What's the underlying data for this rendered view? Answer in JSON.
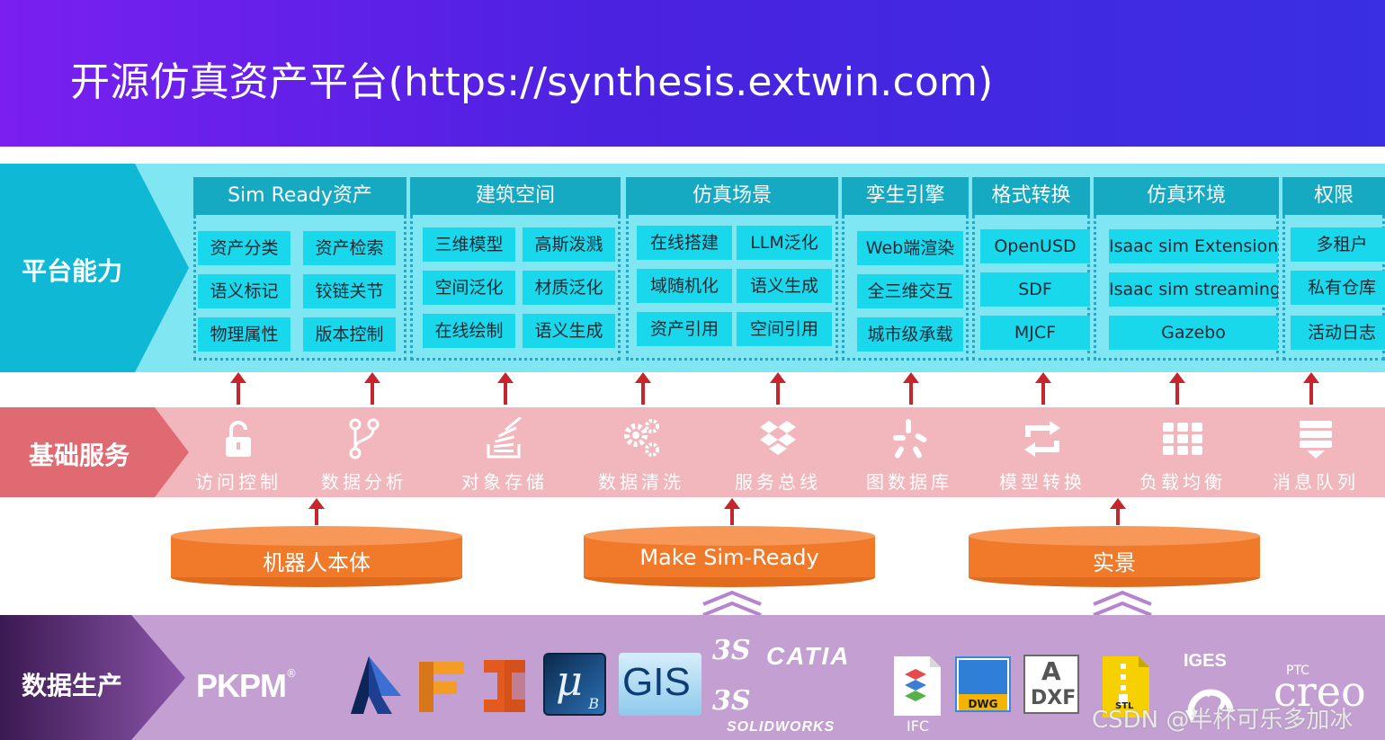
{
  "header": {
    "title": "开源仿真资产平台(https://synthesis.extwin.com)"
  },
  "layers": {
    "platform": "平台能力",
    "base": "基础服务",
    "data": "数据生产"
  },
  "colors": {
    "header_start": "#7a1ff0",
    "header_end": "#3a2fe2",
    "platform_band": "#7fe6f2",
    "platform_chevron": "#0fb8d4",
    "category_head": "#15a9c2",
    "chip": "#19d8ec",
    "base_band": "#f2b7bd",
    "base_chevron": "#e06a72",
    "cylinder": "#f07a2a",
    "data_band": "#c39fd2",
    "data_chevron": "#5a2b78",
    "arrow": "#c5262b"
  },
  "categories": [
    {
      "name": "Sim Ready资产",
      "items": [
        "资产分类",
        "资产检索",
        "语义标记",
        "铰链关节",
        "物理属性",
        "版本控制"
      ]
    },
    {
      "name": "建筑空间",
      "items": [
        "三维模型",
        "高斯泼溅",
        "空间泛化",
        "材质泛化",
        "在线绘制",
        "语义生成"
      ]
    },
    {
      "name": "仿真场景",
      "items": [
        "在线搭建",
        "LLM泛化",
        "域随机化",
        "语义生成",
        "资产引用",
        "空间引用"
      ]
    },
    {
      "name": "孪生引擎",
      "items": [
        "Web端渲染",
        "全三维交互",
        "城市级承载"
      ]
    },
    {
      "name": "格式转换",
      "items": [
        "OpenUSD",
        "SDF",
        "MJCF"
      ]
    },
    {
      "name": "仿真环境",
      "items": [
        "Isaac sim Extension",
        "Isaac sim streaming",
        "Gazebo"
      ]
    },
    {
      "name": "权限",
      "items": [
        "多租户",
        "私有仓库",
        "活动日志"
      ]
    }
  ],
  "services": [
    {
      "label": "访问控制",
      "icon": "unlock-icon"
    },
    {
      "label": "数据分析",
      "icon": "branch-icon"
    },
    {
      "label": "对象存储",
      "icon": "stack-icon"
    },
    {
      "label": "数据清洗",
      "icon": "gears-icon"
    },
    {
      "label": "服务总线",
      "icon": "dropbox-icon"
    },
    {
      "label": "图数据库",
      "icon": "graph-icon"
    },
    {
      "label": "模型转换",
      "icon": "retweet-icon"
    },
    {
      "label": "负载均衡",
      "icon": "grid-icon"
    },
    {
      "label": "消息队列",
      "icon": "queue-icon"
    }
  ],
  "sources": [
    {
      "label": "机器人本体"
    },
    {
      "label": "Make Sim-Ready"
    },
    {
      "label": "实景"
    }
  ],
  "logos": {
    "pkpm": "PKPM",
    "registered": "®",
    "gis": "GIS",
    "mu_sub": "B",
    "catia": "CATIA",
    "solidworks": "SOLIDWORKS",
    "ds": "3S",
    "ifc": "IFC",
    "dwg": "DWG",
    "dxf": "DXF",
    "stl": "STL",
    "iges": "IGES",
    "ptc": "PTC",
    "creo": "creo"
  },
  "watermark": "CSDN @半杯可乐多加冰"
}
